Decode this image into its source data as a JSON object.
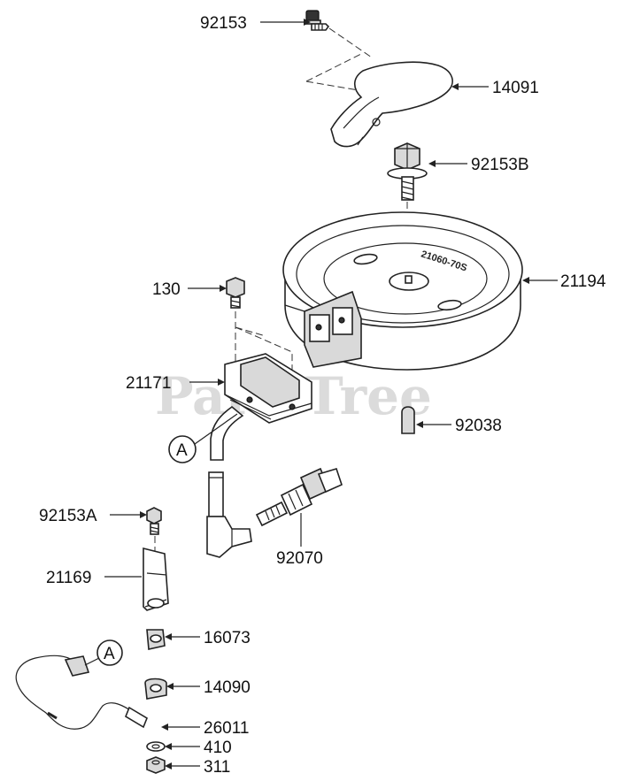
{
  "watermark": "PartsTree",
  "flywheel_marking": "21060-70S",
  "callouts": [
    {
      "id": "92153",
      "text": "92153"
    },
    {
      "id": "14091",
      "text": "14091"
    },
    {
      "id": "92153B",
      "text": "92153B"
    },
    {
      "id": "21194",
      "text": "21194"
    },
    {
      "id": "130",
      "text": "130"
    },
    {
      "id": "21171",
      "text": "21171"
    },
    {
      "id": "92038",
      "text": "92038"
    },
    {
      "id": "92070",
      "text": "92070"
    },
    {
      "id": "92153A",
      "text": "92153A"
    },
    {
      "id": "21169",
      "text": "21169"
    },
    {
      "id": "16073",
      "text": "16073"
    },
    {
      "id": "14090",
      "text": "14090"
    },
    {
      "id": "26011",
      "text": "26011"
    },
    {
      "id": "410",
      "text": "410"
    },
    {
      "id": "311",
      "text": "311"
    }
  ],
  "reference_markers": [
    {
      "id": "A-top",
      "text": "A"
    },
    {
      "id": "A-bottom",
      "text": "A"
    }
  ]
}
